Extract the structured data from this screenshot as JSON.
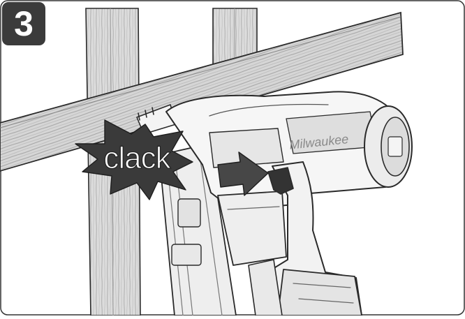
{
  "step": {
    "number": "3"
  },
  "sound_effect": {
    "text": "clack"
  },
  "icons": [
    "clack-burst-icon",
    "arrow-right-icon",
    "nail-gun-illustration",
    "wood-stud-icon",
    "wood-board-icon"
  ],
  "colors": {
    "badge": "#3b3b3b",
    "burst": "#3a3a3a",
    "arrow": "#474747",
    "trigger": "#333333",
    "wood": "#d9d9d9",
    "line": "#2a2a2a"
  }
}
